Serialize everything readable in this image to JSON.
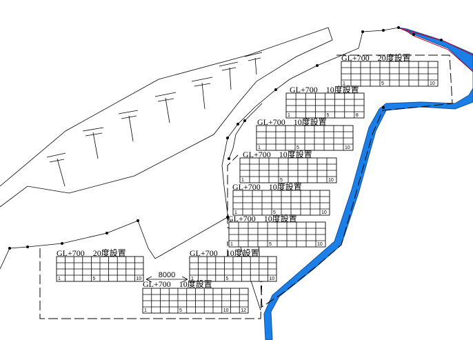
{
  "arrays": [
    {
      "label": "GL+700　20度設置",
      "cols": 10,
      "rows": 4,
      "marks": [
        "1",
        "5",
        "10"
      ]
    },
    {
      "label": "GL+700　10度設置",
      "cols": 8,
      "rows": 4,
      "marks": [
        "1",
        "5",
        "8"
      ]
    },
    {
      "label": "GL+700　10度設置",
      "cols": 10,
      "rows": 4,
      "marks": [
        "1",
        "5",
        "10"
      ]
    },
    {
      "label": "GL+700　10度設置",
      "cols": 10,
      "rows": 4,
      "marks": [
        "1",
        "5",
        "10"
      ]
    },
    {
      "label": "GL+700　10度設置",
      "cols": 10,
      "rows": 4,
      "marks": [
        "1",
        "5",
        "10"
      ]
    },
    {
      "label": "GL+700　10度設置",
      "cols": 10,
      "rows": 4,
      "marks": [
        "1",
        "5",
        "10"
      ]
    },
    {
      "label": "GL+700　20度設置",
      "cols": 10,
      "rows": 4,
      "marks": [
        "1",
        "5",
        "10"
      ]
    },
    {
      "label": "GL+700　10度設置",
      "cols": 10,
      "rows": 4,
      "marks": [
        "1",
        "5",
        "10"
      ]
    },
    {
      "label": "GL+700　10度設置",
      "cols": 12,
      "rows": 4,
      "marks": [
        "1",
        "5",
        "10",
        "12"
      ]
    }
  ],
  "dimension": {
    "value": "8000"
  },
  "colors": {
    "river": "#1a7fe6",
    "river_edge": "#c00020",
    "line": "#000000"
  }
}
